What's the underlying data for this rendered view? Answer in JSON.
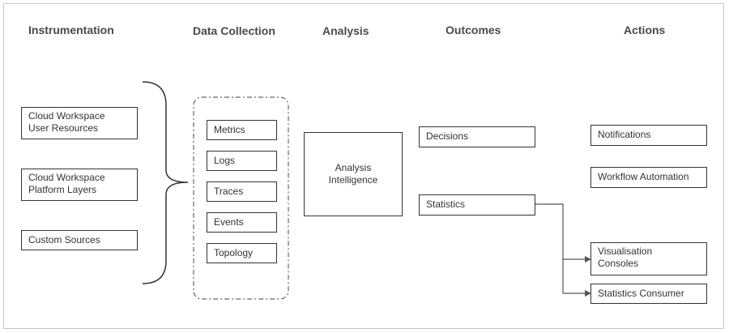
{
  "headings": {
    "instrumentation": "Instrumentation",
    "data_collection": "Data Collection",
    "analysis": "Analysis",
    "outcomes": "Outcomes",
    "actions": "Actions"
  },
  "instrumentation": {
    "cloud_workspace_user_resources": [
      "Cloud Workspace",
      "User Resources"
    ],
    "cloud_workspace_platform_layers": [
      "Cloud Workspace",
      "Platform Layers"
    ],
    "custom_sources": "Custom Sources"
  },
  "data_collection": {
    "metrics": "Metrics",
    "logs": "Logs",
    "traces": "Traces",
    "events": "Events",
    "topology": "Topology"
  },
  "analysis": {
    "intelligence": [
      "Analysis",
      "Intelligence"
    ]
  },
  "outcomes": {
    "decisions": "Decisions",
    "statistics": "Statistics"
  },
  "actions": {
    "notifications": "Notifications",
    "workflow_automation": "Workflow Automation",
    "visualisation_consoles": [
      "Visualisation",
      "Consoles"
    ],
    "statistics_consumer": "Statistics Consumer"
  },
  "colors": {
    "box_border": "#333333",
    "text": "#333333",
    "heading": "#4a4a4a",
    "frame": "#c8c8c8",
    "connector": "#555555",
    "dashed_group": "#666666"
  }
}
